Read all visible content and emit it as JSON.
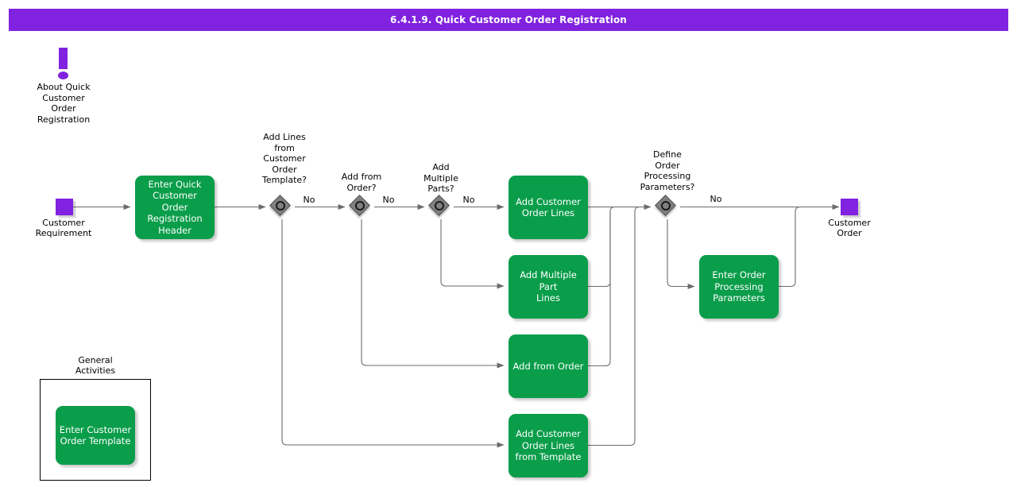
{
  "header": {
    "title": "6.4.1.9. Quick Customer Order Registration",
    "bar_color": "#8122e0",
    "text_color": "#ffffff"
  },
  "theme": {
    "activity_fill": "#0a9d4a",
    "activity_text": "#ffffff",
    "terminal_fill": "#8122e0",
    "gateway_fill": "#808080",
    "gateway_ring": "#1a1a1a",
    "connector": "#666666",
    "page_background": "#ffffff"
  },
  "note": {
    "icon": "exclamation-mark-icon",
    "label": "About Quick\nCustomer\nOrder\nRegistration"
  },
  "terminals": [
    {
      "id": "start",
      "name": "customer-requirement",
      "label": "Customer\nRequirement",
      "color": "#8122e0"
    },
    {
      "id": "end",
      "name": "customer-order",
      "label": "Customer\nOrder",
      "color": "#8122e0"
    }
  ],
  "gateways": [
    {
      "id": "gw1",
      "name": "add-lines-from-customer-order-template",
      "question": "Add Lines\nfrom\nCustomer\nOrder\nTemplate?",
      "no_label": "No"
    },
    {
      "id": "gw2",
      "name": "add-from-order",
      "question": "Add from\nOrder?",
      "no_label": "No"
    },
    {
      "id": "gw3",
      "name": "add-multiple-parts",
      "question": "Add\nMultiple\nParts?",
      "no_label": "No"
    },
    {
      "id": "gw4",
      "name": "define-order-processing-parameters",
      "question": "Define\nOrder\nProcessing\nParameters?",
      "no_label": "No"
    }
  ],
  "activities": [
    {
      "id": "a1",
      "name": "enter-quick-customer-order-registration-header",
      "label": "Enter Quick\nCustomer Order\nRegistration\nHeader"
    },
    {
      "id": "a2",
      "name": "add-customer-order-lines",
      "label": "Add Customer\nOrder Lines"
    },
    {
      "id": "a3",
      "name": "add-multiple-part-lines",
      "label": "Add Multiple Part\nLines"
    },
    {
      "id": "a4",
      "name": "add-from-order",
      "label": "Add from Order"
    },
    {
      "id": "a5",
      "name": "add-customer-order-lines-from-template",
      "label": "Add Customer\nOrder Lines\nfrom Template"
    },
    {
      "id": "a6",
      "name": "enter-order-processing-parameters",
      "label": "Enter Order\nProcessing\nParameters"
    },
    {
      "id": "a7",
      "name": "enter-customer-order-template",
      "label": "Enter Customer\nOrder Template"
    }
  ],
  "group": {
    "name": "general-activities",
    "title": "General\nActivities"
  }
}
